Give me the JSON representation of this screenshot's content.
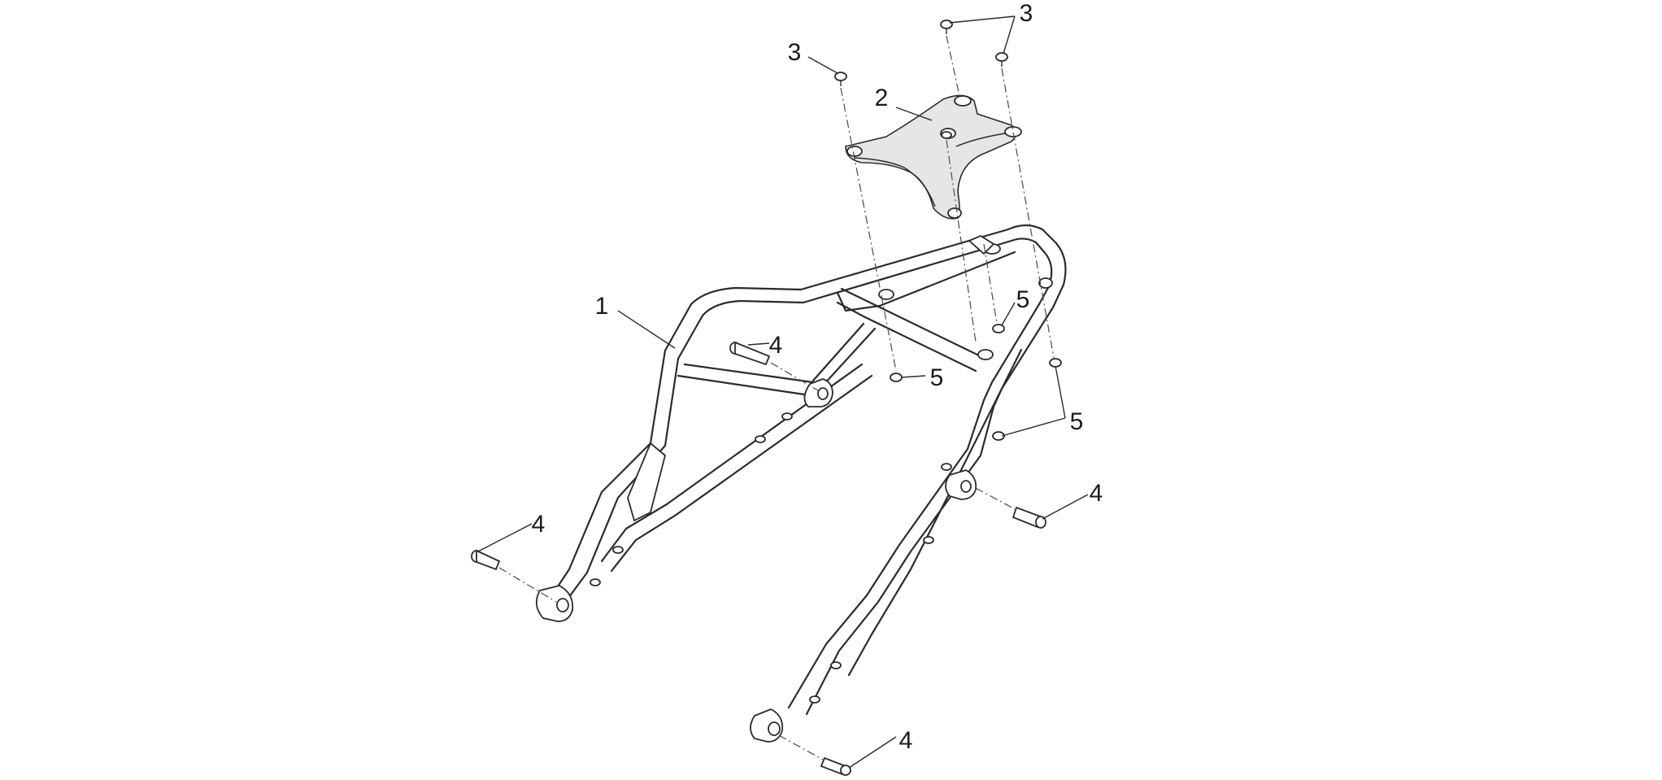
{
  "diagram": {
    "callouts": [
      {
        "id": "label-1",
        "text": "1"
      },
      {
        "id": "label-2",
        "text": "2"
      },
      {
        "id": "label-3-left",
        "text": "3"
      },
      {
        "id": "label-3-top",
        "text": "3"
      },
      {
        "id": "label-4-inner",
        "text": "4"
      },
      {
        "id": "label-4-left-foot",
        "text": "4"
      },
      {
        "id": "label-4-right-mount",
        "text": "4"
      },
      {
        "id": "label-4-bottom-foot",
        "text": "4"
      },
      {
        "id": "label-5-upper",
        "text": "5"
      },
      {
        "id": "label-5-middle",
        "text": "5"
      },
      {
        "id": "label-5-lower",
        "text": "5"
      }
    ]
  }
}
